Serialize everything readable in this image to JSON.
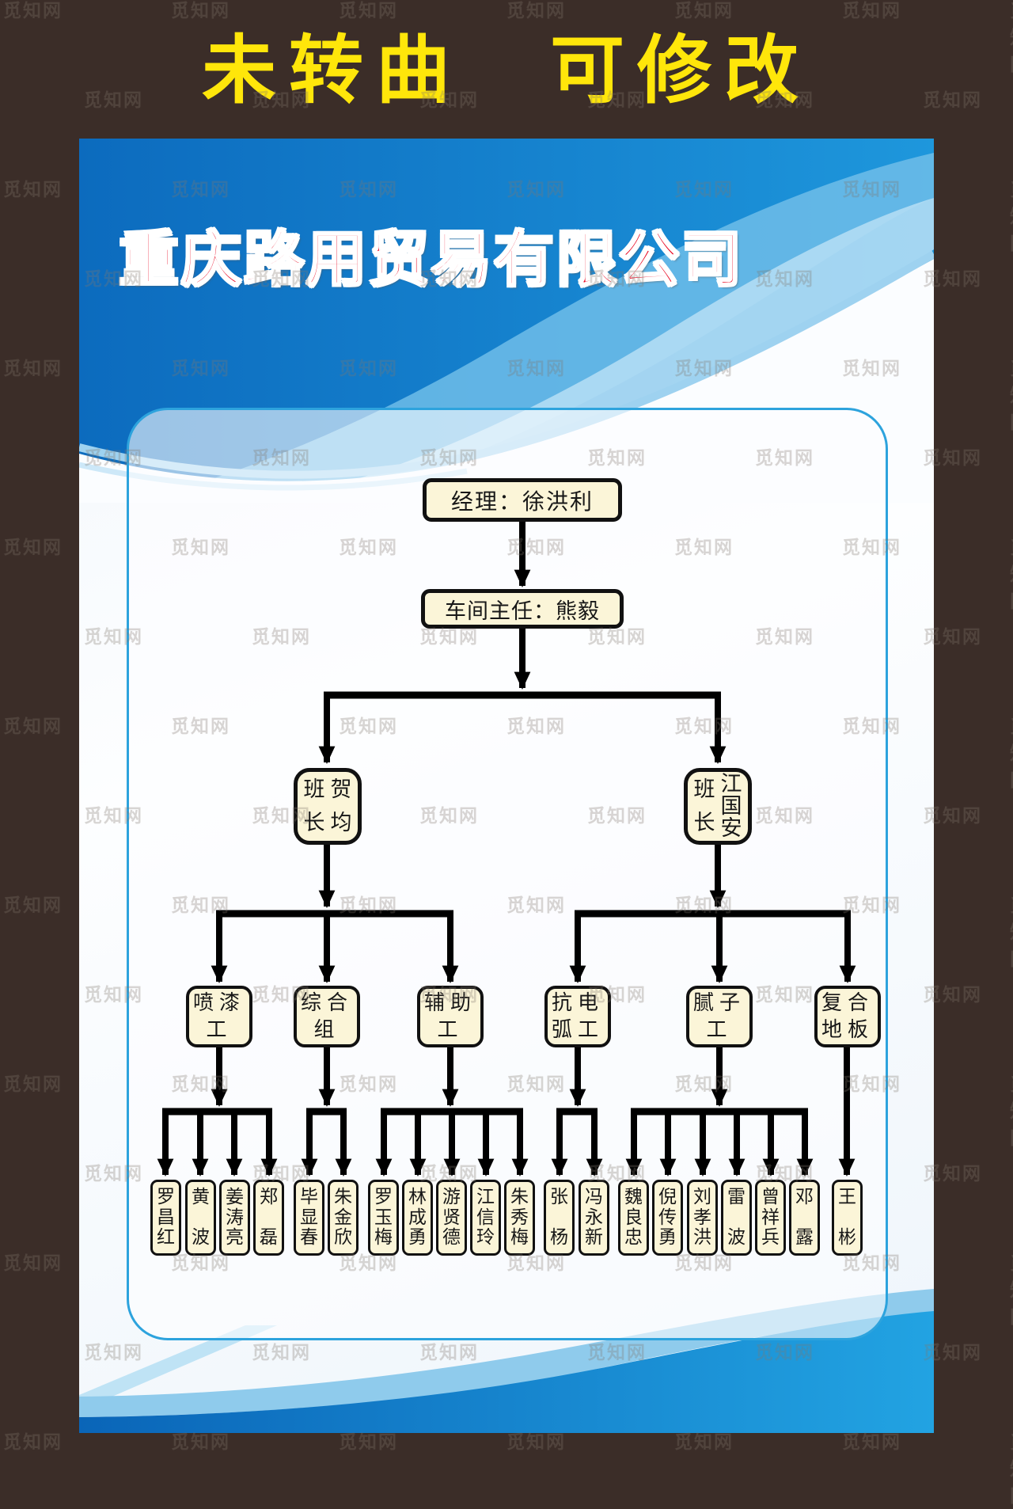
{
  "banner": {
    "title": "未转曲　可修改"
  },
  "poster": {
    "company": "重庆路用贸易有限公司"
  },
  "org": {
    "manager": "经理：徐洪利",
    "director": "车间主任：熊毅",
    "leaders": [
      {
        "role": "班长",
        "name": "贺均"
      },
      {
        "role": "班长",
        "name": "江国安"
      }
    ],
    "teams": [
      {
        "label": "喷漆工",
        "members": [
          "罗昌红",
          "黄波",
          "姜涛亮",
          "郑磊"
        ]
      },
      {
        "label": "综合组",
        "members": [
          "毕显春",
          "朱金欣"
        ]
      },
      {
        "label": "辅助工",
        "members": [
          "罗玉梅",
          "林成勇",
          "游贤德",
          "江信玲",
          "朱秀梅"
        ]
      },
      {
        "label": "抗电弧工",
        "members": [
          "张杨",
          "冯永新"
        ]
      },
      {
        "label": "腻子工",
        "members": [
          "魏良忠",
          "倪传勇",
          "刘孝洪",
          "雷波",
          "曾祥兵",
          "邓露"
        ]
      },
      {
        "label": "复合地板",
        "members": [
          "王彬"
        ]
      }
    ]
  },
  "watermark": {
    "text": "觅知网"
  },
  "colors": {
    "bg": "#3B2D28",
    "banner_yellow": "#FFE60A",
    "company_red": "#E8001B",
    "header_blue": "#0C6BBE",
    "header_blue_light": "#1E97DC",
    "band_light": "#6FBDE9",
    "band_lighter": "#B3DDF4",
    "panel_border": "#2DA3DD",
    "box_fill": "#FBF5D8",
    "box_border": "#111111",
    "connector": "#000000"
  }
}
